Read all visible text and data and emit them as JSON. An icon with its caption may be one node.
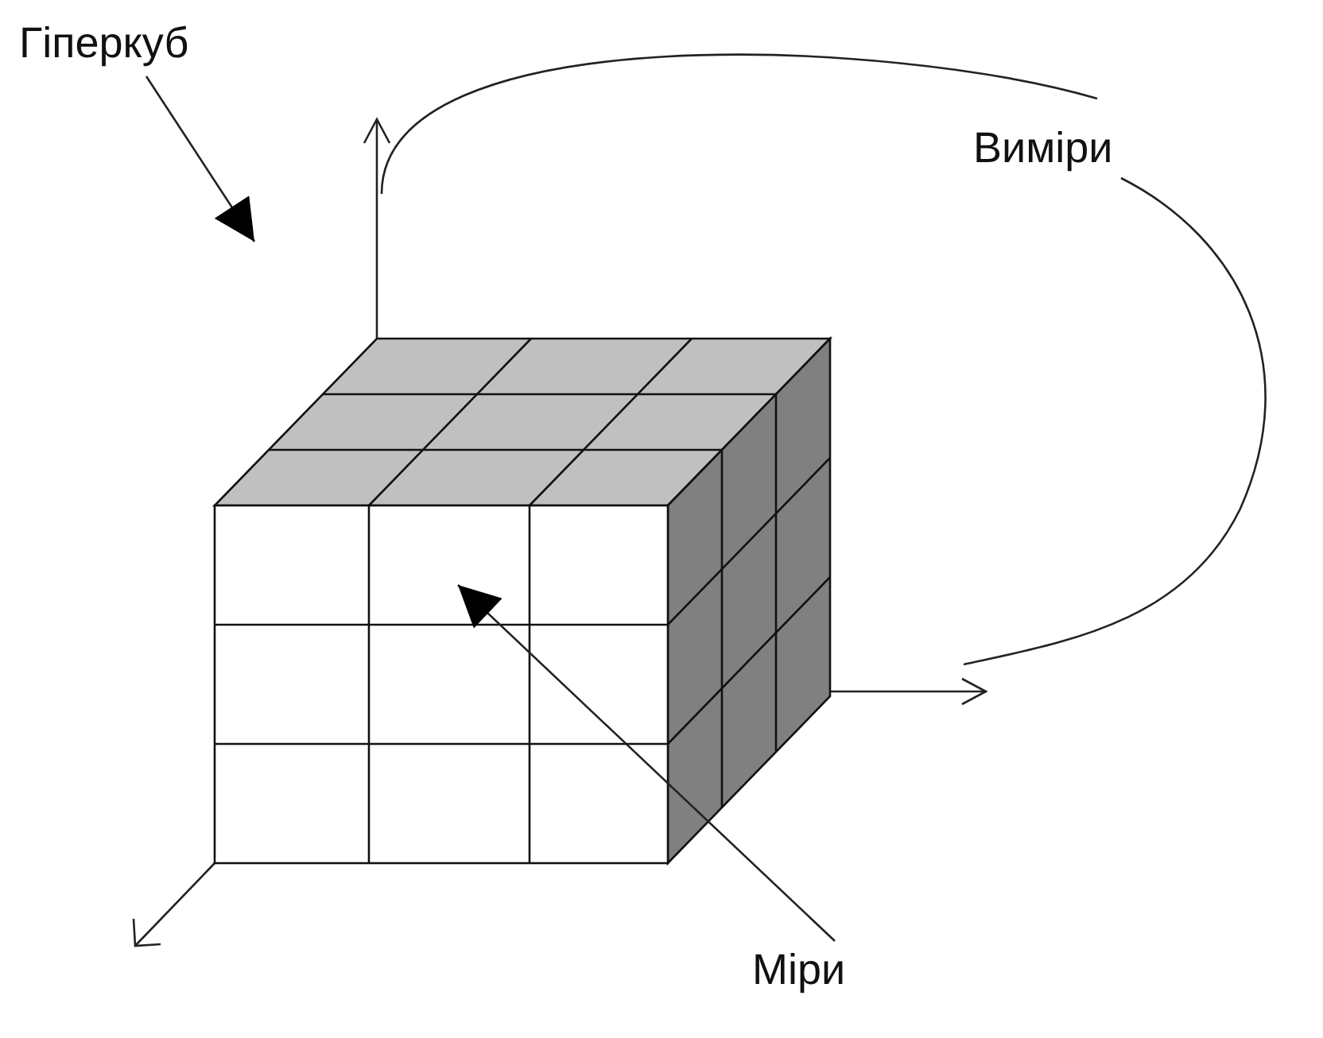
{
  "diagram": {
    "nodes": [
      {
        "text": [
          "Гіперкуб"
        ]
      },
      {
        "text": [
          "Виміри"
        ]
      },
      {
        "text": [
          "Міри"
        ]
      },
      {
        "text": [],
        "shape": "picture"
      }
    ],
    "edges": [
      {
        "from": 0,
        "to": 3,
        "arrow": "to"
      },
      {
        "from": 1,
        "to": null,
        "arrow": "none"
      },
      {
        "from": 1,
        "to": null,
        "arrow": "none"
      },
      {
        "from": 2,
        "to": 3,
        "arrow": "to"
      }
    ]
  }
}
